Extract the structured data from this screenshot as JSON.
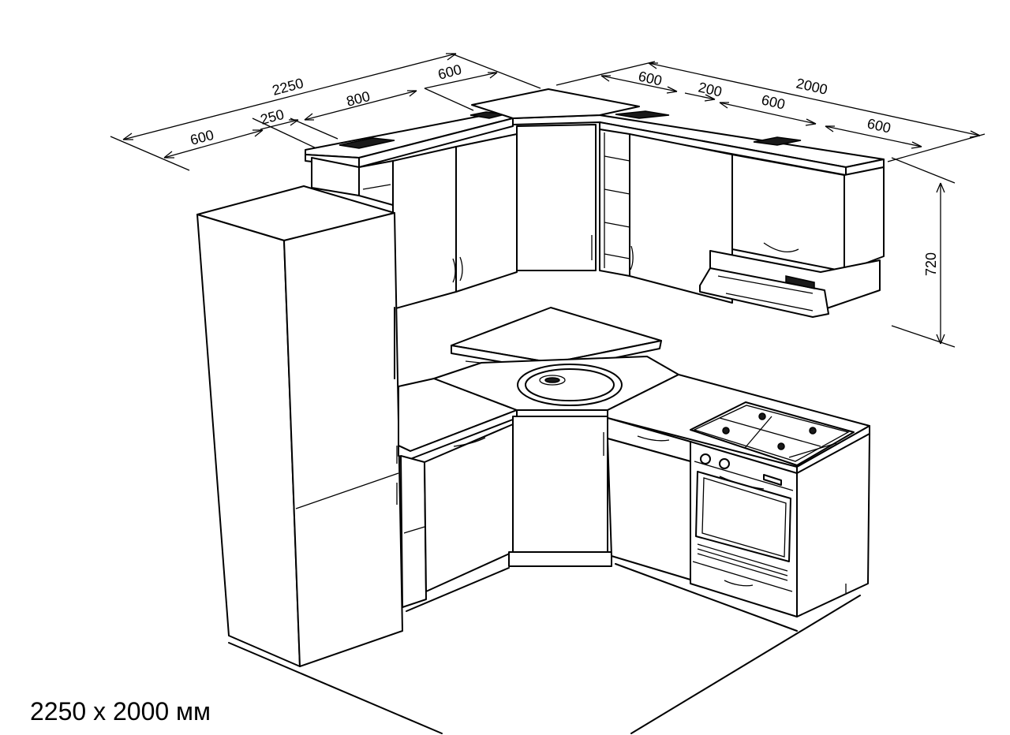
{
  "caption": "2250 x 2000 мм",
  "dimensions": {
    "total_left": "2250",
    "left_fridge": "600",
    "left_filler": "250",
    "left_cabinets": "800",
    "left_corner": "600",
    "total_right": "2000",
    "right_corner": "600",
    "right_shelf": "200",
    "right_cabinet": "600",
    "right_hood": "600",
    "height_upper": "720"
  },
  "icons": [
    "fridge",
    "corner-sink",
    "gas-hob",
    "oven",
    "range-hood",
    "open-shelf",
    "wall-cabinet",
    "base-cabinet"
  ]
}
